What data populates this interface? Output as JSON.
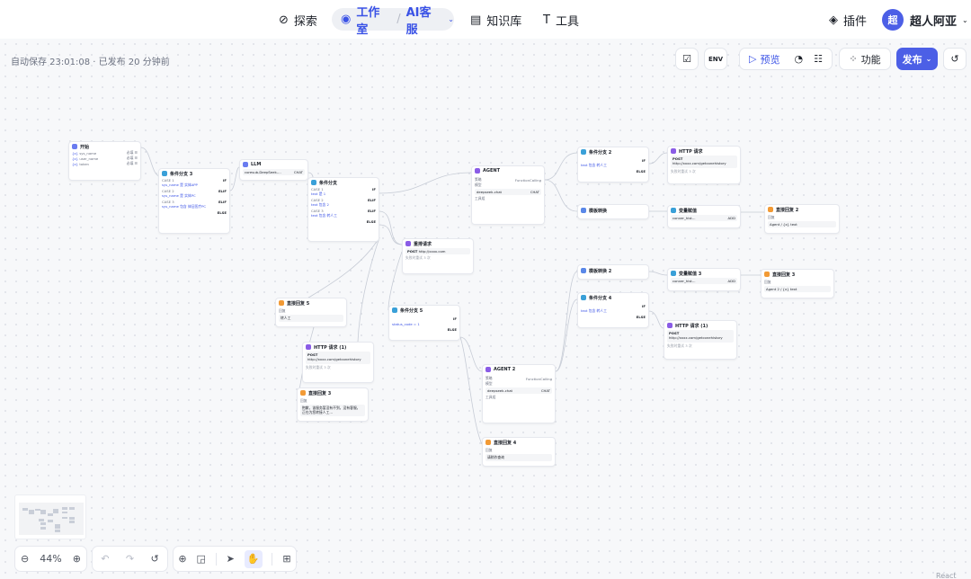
{
  "nav": {
    "explore": "探索",
    "studio": "工作室",
    "separator": "/",
    "app_name": "AI客服",
    "knowledge": "知识库",
    "tools": "工具",
    "plugins": "插件",
    "avatar": "超",
    "username": "超人阿亚"
  },
  "toolbar": {
    "autosave": "自动保存 23:01:08 · 已发布 20 分钟前",
    "env": "ENV",
    "preview": "预览",
    "features": "功能",
    "publish": "发布"
  },
  "nodes": {
    "start": {
      "title": "开始",
      "vars": [
        {
          "name": "sys_name",
          "tag": "必填 ☰"
        },
        {
          "name": "user_name",
          "tag": "必填 ☰"
        },
        {
          "name": "token",
          "tag": "必填 ☰"
        }
      ]
    },
    "if3": {
      "title": "条件分支 3",
      "case1": "CASE 1",
      "if": "IF",
      "c1": "sys_name 是 实体APP",
      "case2": "CASE 2",
      "elif": "ELIF",
      "c2": "sys_name 是 实体PC",
      "case3": "CASE 3",
      "c3": "sys_name 包含 体征医疗PC",
      "else": "ELSE"
    },
    "llm": {
      "title": "LLM",
      "model": "coresub-DeepSeek-…",
      "badge": "CHAT"
    },
    "ifm": {
      "title": "条件分支",
      "case1": "CASE 1",
      "c1": "text 是 1",
      "case2": "CASE 2",
      "c2": "text 包含 2",
      "case3": "CASE 3",
      "c3": "text 包含 转人工",
      "if": "IF",
      "elif": "ELIF",
      "else": "ELSE"
    },
    "agent": {
      "title": "AGENT",
      "strategy_k": "策略",
      "strategy_v": "FunctionCalling",
      "model_k": "模型",
      "model_v": "deepseek-chat",
      "badge": "CHAT",
      "tools_k": "工具组"
    },
    "if2": {
      "title": "条件分支 2",
      "c1": "text 包含 转人工",
      "if": "IF",
      "else": "ELSE"
    },
    "http": {
      "title": "HTTP 请求",
      "method": "POST",
      "url": "http://xxxx.com/getconehistory",
      "retry": "失败时重试 3 次"
    },
    "tpl": {
      "title": "模板转换"
    },
    "va": {
      "title": "变量赋值",
      "var": "conver_hist…",
      "tag": "ADD"
    },
    "reply2": {
      "title": "直接回复 2",
      "label": "回复",
      "val": "Agent / {x} text"
    },
    "req": {
      "title": "重排请求",
      "method": "POST",
      "url": "http://xxxx.com",
      "retry": "失败时重试 3 次"
    },
    "tpl2": {
      "title": "模板转换 2"
    },
    "va3": {
      "title": "变量赋值 3",
      "var": "conver_hist…",
      "tag": "ADD"
    },
    "reply3": {
      "title": "直接回复 3",
      "label": "回复",
      "val": "Agent 2 / {x} text"
    },
    "if4": {
      "title": "条件分支 4",
      "c1": "text 包含 转人工",
      "if": "IF",
      "else": "ELSE"
    },
    "http1b": {
      "title": "HTTP 请求 (1)",
      "method": "POST",
      "url": "http://xxxx.com/getconehistory",
      "retry": "失败时重试 3 次"
    },
    "reply5": {
      "title": "直接回复 5",
      "label": "回复",
      "val": "转人工"
    },
    "if5": {
      "title": "条件分支 5",
      "c1": "status_code = 1",
      "if": "IF",
      "else": "ELSE"
    },
    "http1a": {
      "title": "HTTP 请求 (1)",
      "method": "POST",
      "url": "http://xxxx.com/getconehistory",
      "retry": "失败时重试 3 次"
    },
    "agent2": {
      "title": "AGENT 2",
      "strategy_k": "策略",
      "strategy_v": "FunctionCalling",
      "model_k": "模型",
      "model_v": "deepseek-chat",
      "badge": "CHAT",
      "tools_k": "工具组"
    },
    "replyB3": {
      "title": "直接回复 3",
      "label": "回复",
      "val": "抱歉，该服务暂没有不到，没有客服，正在为您转接人工…"
    },
    "reply4": {
      "title": "直接回复 4",
      "label": "回复",
      "val": "请稍作查询"
    }
  },
  "controls": {
    "zoom": "44%"
  },
  "watermark": "React Flow"
}
